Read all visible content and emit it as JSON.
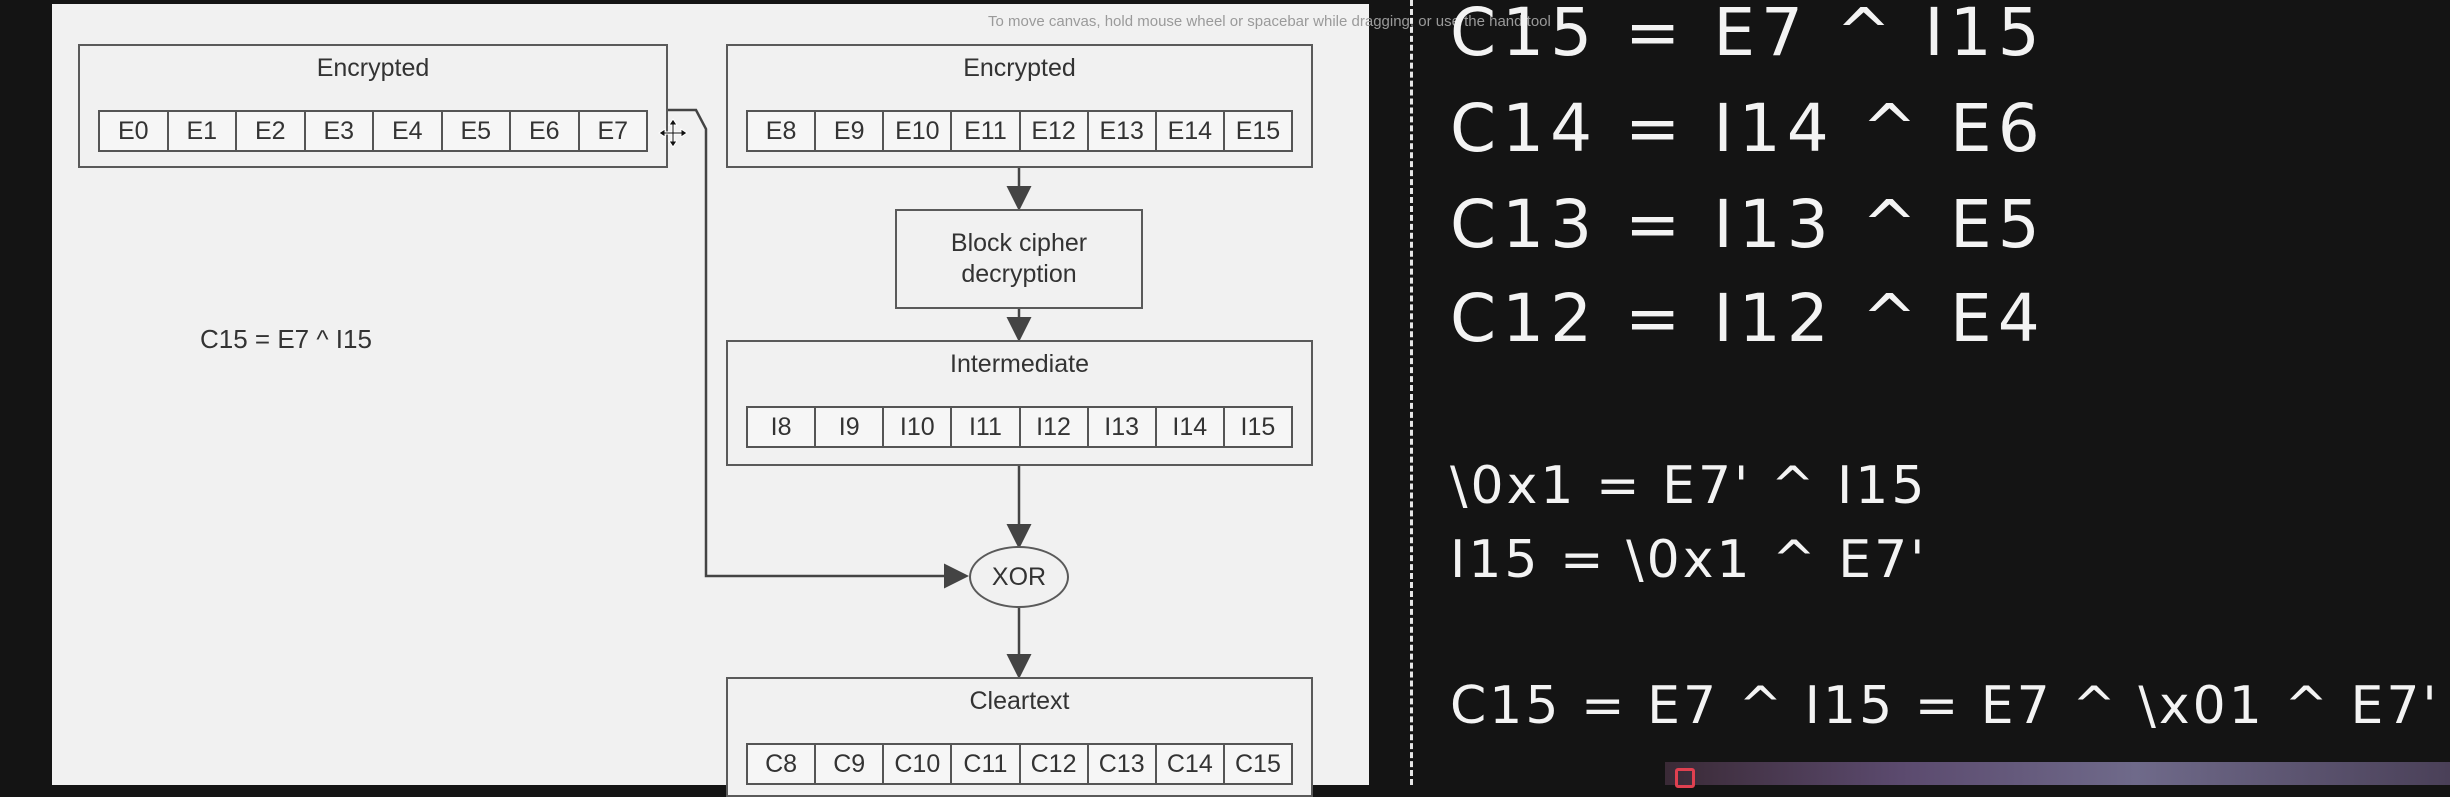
{
  "hint": "To move canvas, hold mouse wheel or spacebar while dragging, or use the hand tool",
  "diagram": {
    "encrypted_left": {
      "title": "Encrypted",
      "cells": [
        "E0",
        "E1",
        "E2",
        "E3",
        "E4",
        "E5",
        "E6",
        "E7"
      ]
    },
    "encrypted_right": {
      "title": "Encrypted",
      "cells": [
        "E8",
        "E9",
        "E10",
        "E11",
        "E12",
        "E13",
        "E14",
        "E15"
      ]
    },
    "block_cipher": {
      "line1": "Block cipher",
      "line2": "decryption"
    },
    "intermediate": {
      "title": "Intermediate",
      "cells": [
        "I8",
        "I9",
        "I10",
        "I11",
        "I12",
        "I13",
        "I14",
        "I15"
      ]
    },
    "xor": "XOR",
    "cleartext": {
      "title": "Cleartext",
      "cells": [
        "C8",
        "C9",
        "C10",
        "C11",
        "C12",
        "C13",
        "C14",
        "C15"
      ]
    },
    "note": "C15 = E7 ^ I15"
  },
  "notes": [
    "C15 = E7 ^ I15",
    "C14 = I14 ^ E6",
    "C13 = I13 ^ E5",
    "C12 = I12 ^ E4",
    "\\0x1 = E7' ^ I15",
    "I15 = \\0x1 ^ E7'",
    "C15 = E7 ^ I15 = E7 ^ \\x01 ^ E7'"
  ]
}
